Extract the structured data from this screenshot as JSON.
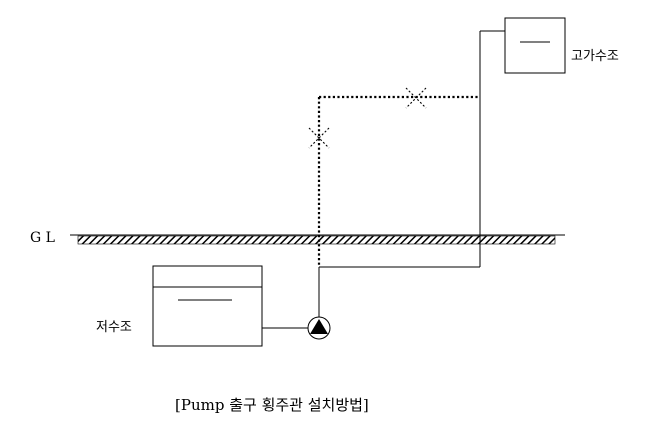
{
  "diagram": {
    "ground_label": "G L",
    "elevated_tank_label": "고가수조",
    "reservoir_label": "저수조",
    "caption": "[Pump 출구 횡주관 설치방법]"
  },
  "colors": {
    "line": "#000000",
    "background": "#ffffff"
  }
}
